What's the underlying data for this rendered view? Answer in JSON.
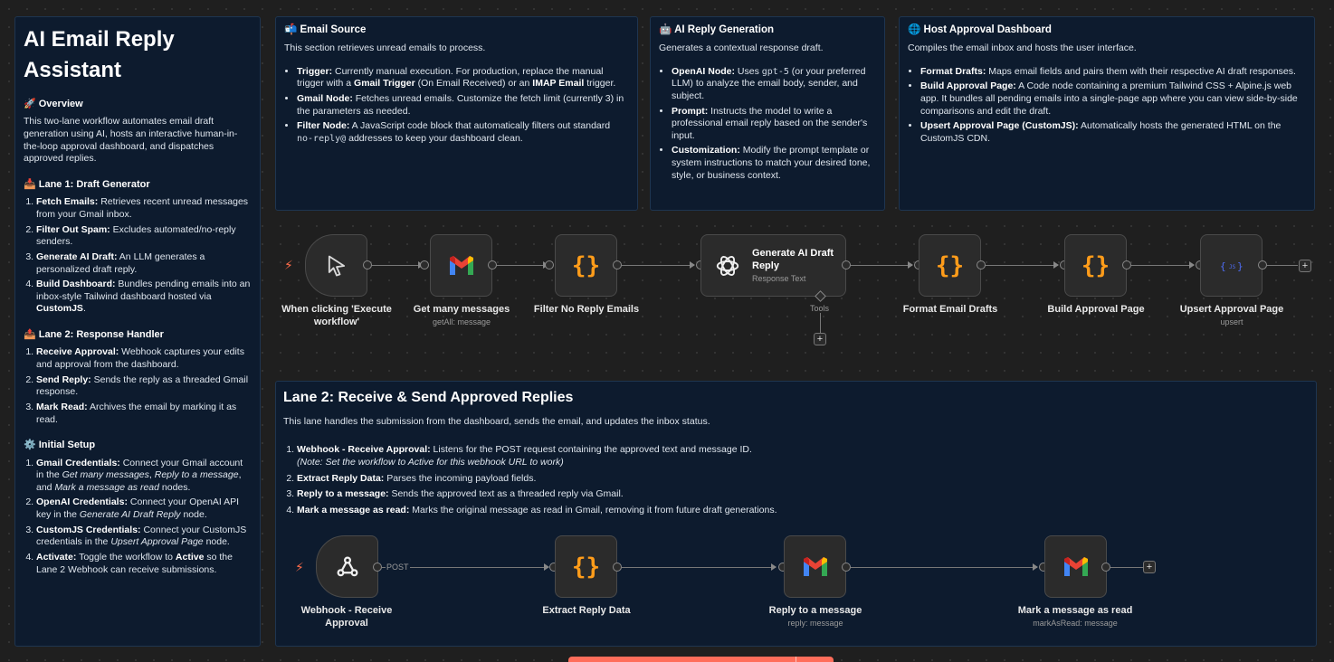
{
  "sidebar": {
    "title": "AI Email Reply Assistant",
    "overview_heading": "🚀 Overview",
    "overview_text": "This two-lane workflow automates email draft generation using AI, hosts an interactive human-in-the-loop approval dashboard, and dispatches approved replies.",
    "lane1_heading": "📥 Lane 1: Draft Generator",
    "lane1_items": [
      {
        "b": "Fetch Emails:",
        "t": " Retrieves recent unread messages from your Gmail inbox."
      },
      {
        "b": "Filter Out Spam:",
        "t": " Excludes automated/no-reply senders."
      },
      {
        "b": "Generate AI Draft:",
        "t": " An LLM generates a personalized draft reply."
      },
      {
        "b": "Build Dashboard:",
        "t": " Bundles pending emails into an inbox-style Tailwind dashboard hosted via "
      }
    ],
    "lane1_item4_tail": "CustomJS",
    "lane2_heading": "📤 Lane 2: Response Handler",
    "lane2_items": [
      {
        "b": "Receive Approval:",
        "t": " Webhook captures your edits and approval from the dashboard."
      },
      {
        "b": "Send Reply:",
        "t": " Sends the reply as a threaded Gmail response."
      },
      {
        "b": "Mark Read:",
        "t": " Archives the email by marking it as read."
      }
    ],
    "setup_heading": "⚙️ Initial Setup",
    "setup_items": {
      "gmail_b": "Gmail Credentials:",
      "gmail_t1": " Connect your Gmail account in the ",
      "gmail_i1": "Get many messages",
      "gmail_t2": ", ",
      "gmail_i2": "Reply to a message",
      "gmail_t3": ", and ",
      "gmail_i3": "Mark a message as read",
      "gmail_t4": " nodes.",
      "openai_b": "OpenAI Credentials:",
      "openai_t1": " Connect your OpenAI API key in the ",
      "openai_i1": "Generate AI Draft Reply",
      "openai_t2": " node.",
      "customjs_b": "CustomJS Credentials:",
      "customjs_t1": " Connect your CustomJS credentials in the ",
      "customjs_i1": "Upsert Approval Page",
      "customjs_t2": " node.",
      "activate_b": "Activate:",
      "activate_t1": " Toggle the workflow to ",
      "activate_b2": "Active",
      "activate_t2": " so the Lane 2 Webhook can receive submissions."
    }
  },
  "email_source": {
    "heading": "📬 Email Source",
    "intro": "This section retrieves unread emails to process.",
    "trigger_b": "Trigger:",
    "trigger_t1": " Currently manual execution. For production, replace the manual trigger with a ",
    "trigger_b2": "Gmail Trigger",
    "trigger_t2": " (On Email Received) or an ",
    "trigger_b3": "IMAP Email",
    "trigger_t3": " trigger.",
    "gmail_b": "Gmail Node:",
    "gmail_t": " Fetches unread emails. Customize the fetch limit (currently 3) in the parameters as needed.",
    "filter_b": "Filter Node:",
    "filter_t1": " A JavaScript code block that automatically filters out standard ",
    "filter_code": "no-reply@",
    "filter_t2": " addresses to keep your dashboard clean."
  },
  "ai_reply": {
    "heading": "🤖 AI Reply Generation",
    "intro": "Generates a contextual response draft.",
    "openai_b": "OpenAI Node:",
    "openai_t1": " Uses ",
    "openai_code": "gpt-5",
    "openai_t2": " (or your preferred LLM) to analyze the email body, sender, and subject.",
    "prompt_b": "Prompt:",
    "prompt_t": " Instructs the model to write a professional email reply based on the sender's input.",
    "custom_b": "Customization:",
    "custom_t": " Modify the prompt template or system instructions to match your desired tone, style, or business context."
  },
  "host": {
    "heading": "🌐 Host Approval Dashboard",
    "intro": "Compiles the email inbox and hosts the user interface.",
    "format_b": "Format Drafts:",
    "format_t": " Maps email fields and pairs them with their respective AI draft responses.",
    "build_b": "Build Approval Page:",
    "build_t": " A Code node containing a premium Tailwind CSS + Alpine.js web app. It bundles all pending emails into a single-page app where you can view side-by-side comparisons and edit the draft.",
    "upsert_b": "Upsert Approval Page (CustomJS):",
    "upsert_t": " Automatically hosts the generated HTML on the CustomJS CDN."
  },
  "lane2_note": {
    "heading": "Lane 2: Receive & Send Approved Replies",
    "intro": "This lane handles the submission from the dashboard, sends the email, and updates the inbox status.",
    "webhook_b": "Webhook - Receive Approval:",
    "webhook_t": " Listens for the POST request containing the approved text and message ID.",
    "webhook_note": "(Note: Set the workflow to Active for this webhook URL to work)",
    "extract_b": "Extract Reply Data:",
    "extract_t": " Parses the incoming payload fields.",
    "reply_b": "Reply to a message:",
    "reply_t": " Sends the approved text as a threaded reply via Gmail.",
    "mark_b": "Mark a message as read:",
    "mark_t": " Marks the original message as read in Gmail, removing it from future draft generations."
  },
  "nodes": {
    "manual_trigger": {
      "label1": "When clicking 'Execute",
      "label2": "workflow'"
    },
    "get_messages": {
      "label": "Get many messages",
      "sub": "getAll: message"
    },
    "filter": {
      "label": "Filter No Reply Emails"
    },
    "generate": {
      "title1": "Generate AI Draft",
      "title2": "Reply",
      "sub": "Response Text",
      "tools": "Tools"
    },
    "format": {
      "label": "Format Email Drafts"
    },
    "build": {
      "label": "Build Approval Page"
    },
    "upsert": {
      "label": "Upsert Approval Page",
      "sub": "upsert"
    },
    "webhook": {
      "label1": "Webhook - Receive",
      "label2": "Approval",
      "post": "POST"
    },
    "extract": {
      "label": "Extract Reply Data"
    },
    "reply": {
      "label": "Reply to a message",
      "sub": "reply: message"
    },
    "mark": {
      "label": "Mark a message as read",
      "sub": "markAsRead: message"
    }
  },
  "icons": {
    "braces": "{}",
    "plus": "+",
    "bolt": "⚡"
  }
}
